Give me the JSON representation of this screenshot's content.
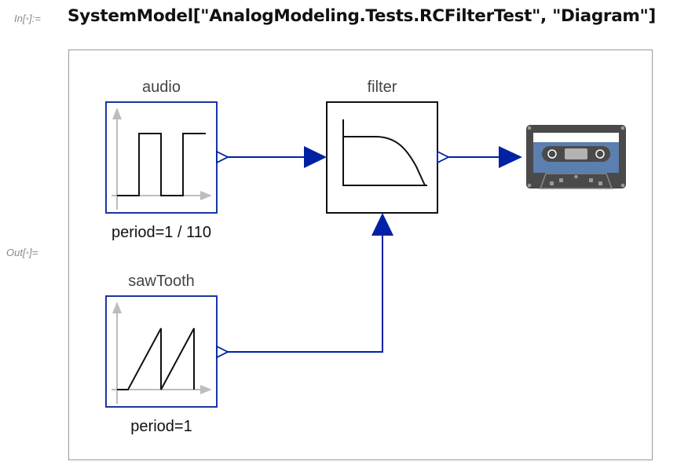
{
  "notebook": {
    "input_label": "In[",
    "input_label_dot": "•",
    "input_label_end": "]:=",
    "input_code": "SystemModel[\"AnalogModeling.Tests.RCFilterTest\", \"Diagram\"]",
    "output_label": "Out[",
    "output_label_dot": "•",
    "output_label_end": "]="
  },
  "diagram": {
    "colors": {
      "connector": "#0021a3",
      "source_border": "#1a35a8",
      "filter_border": "#111111",
      "axis_gray": "#bdbdbd",
      "frame": "#9a9a9a",
      "cassette_body": "#4a4a4a",
      "cassette_label_band": "#ffffff",
      "cassette_tape_area": "#5b7fae",
      "cassette_window": "#b3b3b3"
    },
    "blocks": {
      "audio": {
        "title": "audio",
        "param": "period=1 / 110",
        "icon": "square-wave-icon"
      },
      "sawtooth": {
        "title": "sawTooth",
        "param": "period=1",
        "icon": "sawtooth-wave-icon"
      },
      "filter": {
        "title": "filter",
        "icon": "lowpass-filter-icon"
      },
      "sink": {
        "icon": "cassette-tape-icon"
      }
    },
    "connections": [
      {
        "from": "audio.output",
        "to": "filter.input"
      },
      {
        "from": "sawtooth.output",
        "to": "filter.control"
      },
      {
        "from": "filter.output",
        "to": "sink.input"
      }
    ]
  }
}
